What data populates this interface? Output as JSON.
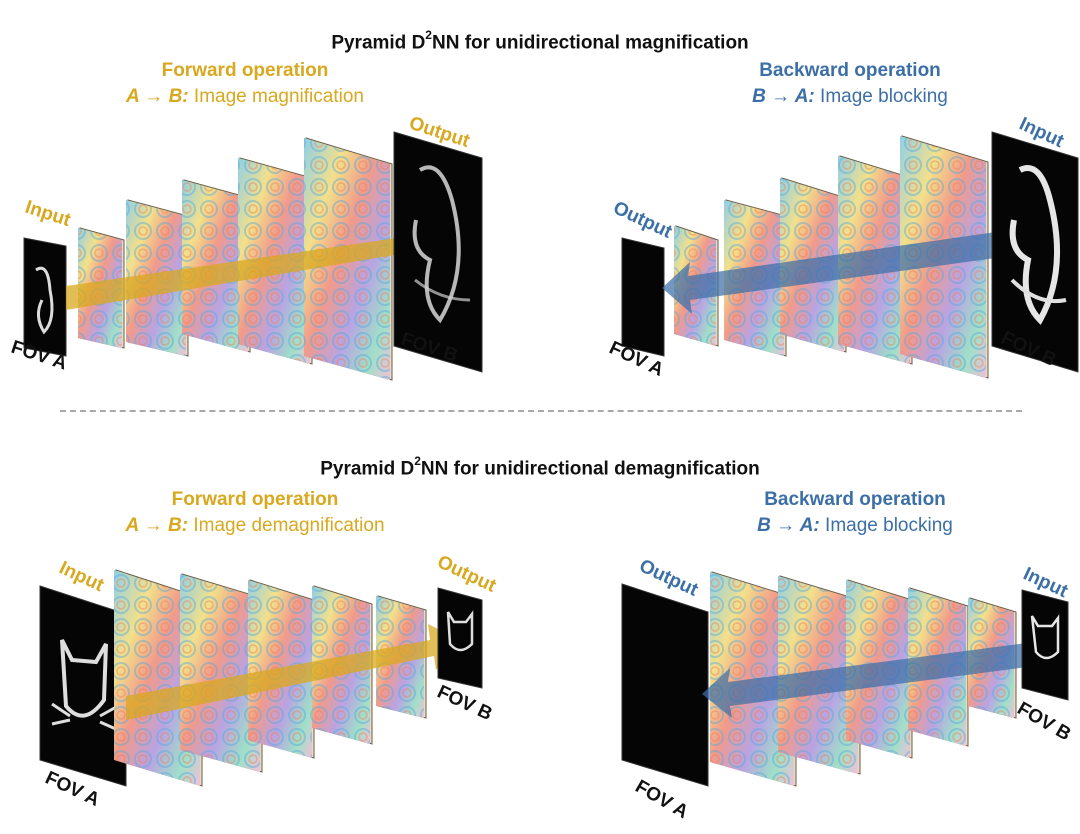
{
  "sections": [
    {
      "title_pre": "Pyramid D",
      "title_sup": "2",
      "title_post": "NN for unidirectional magnification",
      "forward": {
        "heading": "Forward operation",
        "arrow_text": "A → B:",
        "desc": "Image magnification"
      },
      "backward": {
        "heading": "Backward operation",
        "arrow_text": "B → A:",
        "desc": "Image blocking"
      }
    },
    {
      "title_pre": "Pyramid D",
      "title_sup": "2",
      "title_post": "NN for unidirectional demagnification",
      "forward": {
        "heading": "Forward operation",
        "arrow_text": "A → B:",
        "desc": "Image demagnification"
      },
      "backward": {
        "heading": "Backward operation",
        "arrow_text": "B → A:",
        "desc": "Image blocking"
      }
    }
  ],
  "labels": {
    "input": "Input",
    "output": "Output",
    "fov_a": "FOV A",
    "fov_b": "FOV B"
  },
  "colors": {
    "forward": "#d8a81f",
    "backward": "#3d6fa7",
    "divider": "#a8a8a8"
  }
}
